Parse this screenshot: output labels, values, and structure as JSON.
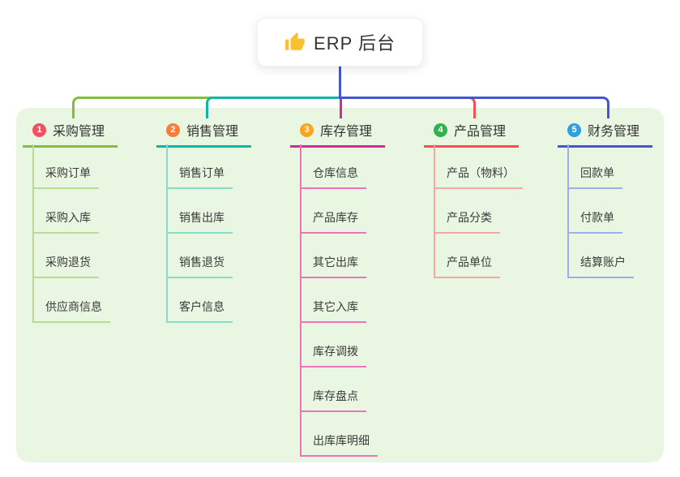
{
  "root": {
    "title": "ERP 后台",
    "icon": "thumbs-up-icon"
  },
  "colors": {
    "stem": "#4457ce",
    "panel_bg": "#e9f6e2",
    "root_bg": "#ffffff",
    "thumb": "#fbc02d",
    "title_text": "#333333",
    "child_text": "#3b3b3b"
  },
  "branches": [
    {
      "badge": "1",
      "title": "采购管理",
      "color": "#7fbf3e",
      "light_color": "#b7db92",
      "badge_color": "#f55062",
      "children": [
        "采购订单",
        "采购入库",
        "采购退货",
        "供应商信息"
      ]
    },
    {
      "badge": "2",
      "title": "销售管理",
      "color": "#10b5a5",
      "light_color": "#8bd8cd",
      "badge_color": "#fb7c35",
      "children": [
        "销售订单",
        "销售出库",
        "销售退货",
        "客户信息"
      ]
    },
    {
      "badge": "3",
      "title": "库存管理",
      "color": "#ce2e95",
      "light_color": "#ee74ba",
      "badge_color": "#f9a51d",
      "children": [
        "仓库信息",
        "产品库存",
        "其它出库",
        "其它入库",
        "库存调拨",
        "库存盘点",
        "出库库明细"
      ]
    },
    {
      "badge": "4",
      "title": "产品管理",
      "color": "#f1504f",
      "light_color": "#f7a7a3",
      "badge_color": "#2db24d",
      "children": [
        "产品（物料）",
        "产品分类",
        "产品单位"
      ]
    },
    {
      "badge": "5",
      "title": "财务管理",
      "color": "#4356cd",
      "light_color": "#9db0e6",
      "badge_color": "#2d9fe2",
      "children": [
        "回款单",
        "付款单",
        "结算账户"
      ]
    }
  ]
}
